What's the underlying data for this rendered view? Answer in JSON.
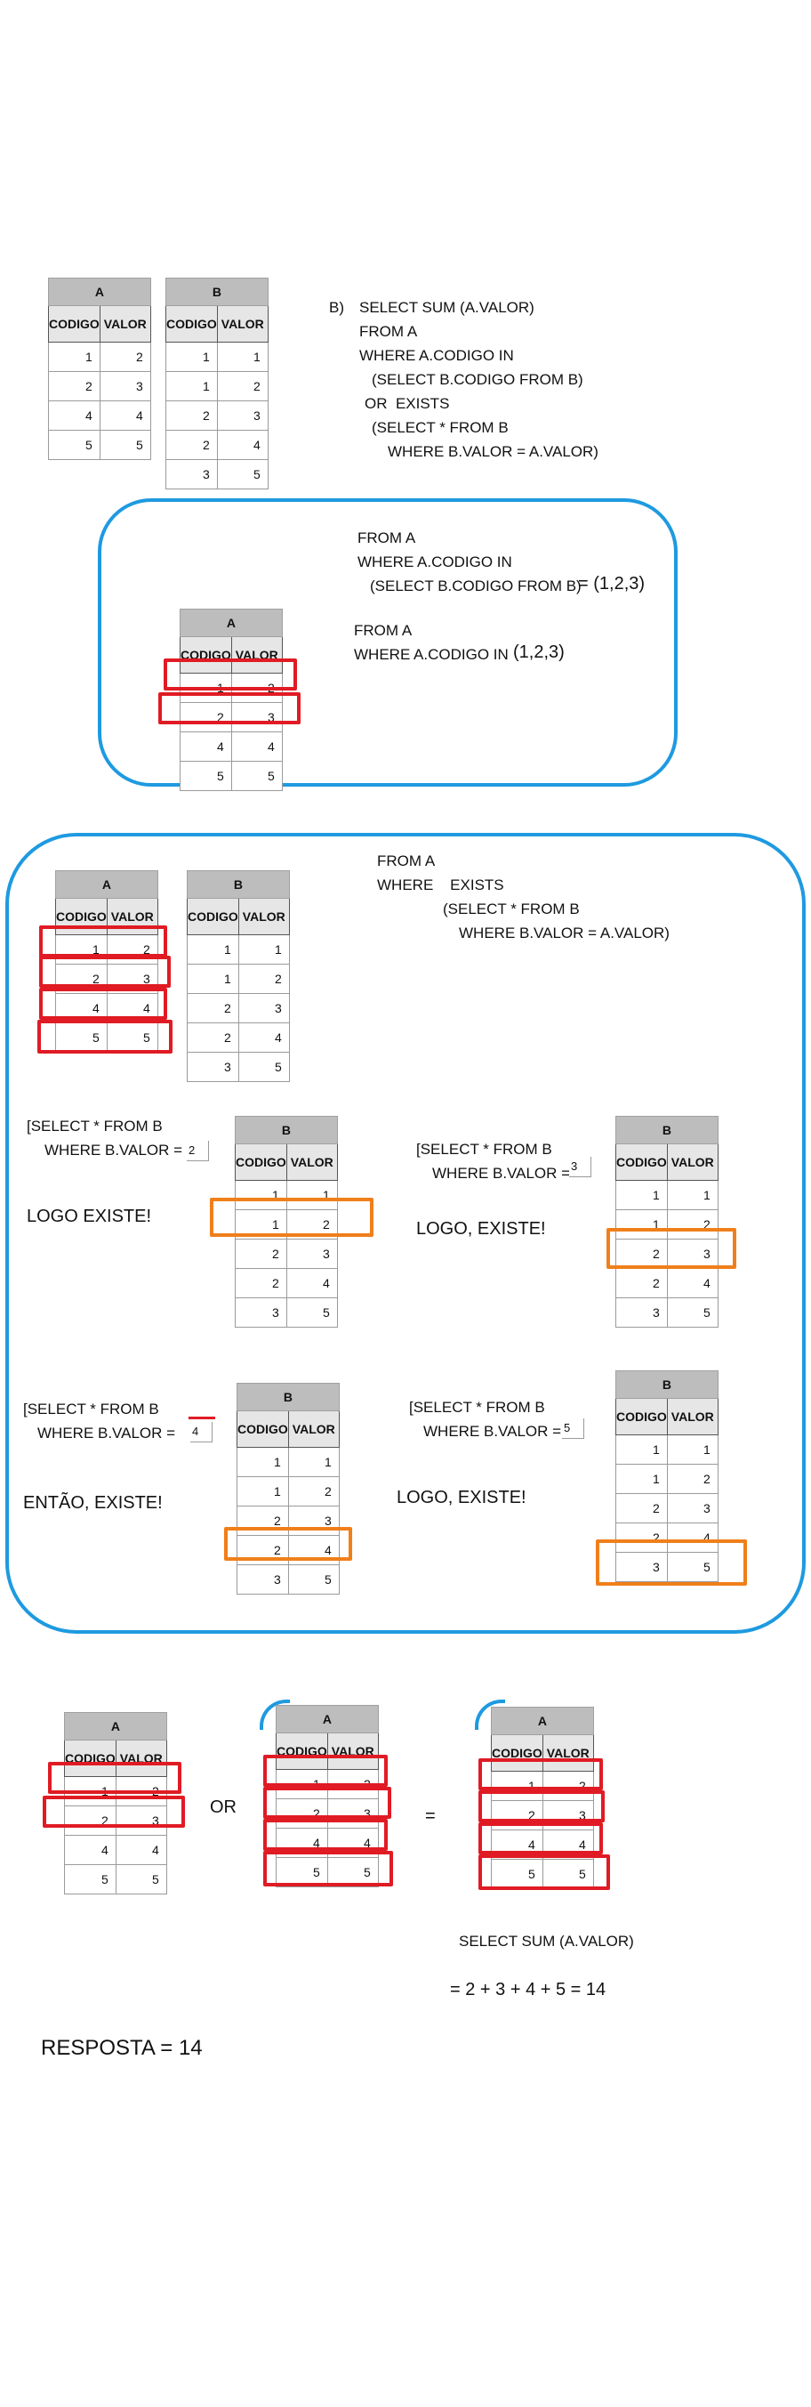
{
  "labels": {
    "table_a": "A",
    "table_b": "B",
    "codigo": "CODIGO",
    "valor": "VALOR"
  },
  "table_a_rows": [
    [
      1,
      2
    ],
    [
      2,
      3
    ],
    [
      4,
      4
    ],
    [
      5,
      5
    ]
  ],
  "table_b_rows": [
    [
      1,
      1
    ],
    [
      1,
      2
    ],
    [
      2,
      3
    ],
    [
      2,
      4
    ],
    [
      3,
      5
    ]
  ],
  "query_b": {
    "marker": "B)",
    "lines": [
      "SELECT SUM (A.VALOR)",
      "FROM A",
      "WHERE A.CODIGO IN",
      "(SELECT B.CODIGO FROM B)",
      "OR  EXISTS",
      "(SELECT * FROM B",
      "WHERE B.VALOR = A.VALOR)"
    ]
  },
  "section_in": {
    "lines1": [
      "FROM A",
      "WHERE A.CODIGO IN",
      "(SELECT B.CODIGO FROM B)"
    ],
    "result1": "= (1,2,3)",
    "lines2": [
      "FROM A",
      "WHERE A.CODIGO IN"
    ],
    "result2": "(1,2,3)"
  },
  "section_exists": {
    "lines": [
      "FROM A",
      "WHERE    EXISTS",
      "(SELECT * FROM B",
      "WHERE B.VALOR = A.VALOR)"
    ],
    "sub_line1": "[SELECT * FROM B",
    "sub_line2": "WHERE B.VALOR =",
    "cases": [
      {
        "value": "2",
        "conclusion": "LOGO EXISTE!"
      },
      {
        "value": "3",
        "conclusion": "LOGO, EXISTE!"
      },
      {
        "value": "4",
        "conclusion": "ENTÃO, EXISTE!"
      },
      {
        "value": "5",
        "conclusion": "LOGO, EXISTE!"
      }
    ]
  },
  "combine": {
    "or": "OR",
    "equals": "=",
    "sum_line": "SELECT SUM (A.VALOR)",
    "sum_result": "= 2 + 3 + 4 + 5 = 14"
  },
  "answer": "RESPOSTA = 14",
  "colors": {
    "red": "#e01b24",
    "orange": "#f07f1a",
    "blue": "#1e9ae0",
    "header_gray": "#bdbdbd"
  }
}
